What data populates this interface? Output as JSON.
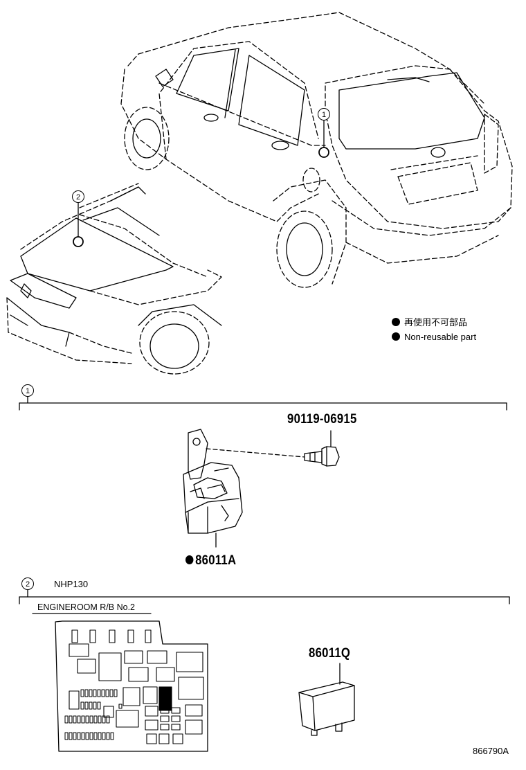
{
  "callouts": {
    "car_location_1": "1",
    "car_location_2": "2",
    "section_1": "1",
    "section_2": "2"
  },
  "legend": {
    "japanese": "再使用不可部品",
    "english": "Non-reusable part"
  },
  "section_1": {
    "bolt_part_number": "90119-06915",
    "sensor_part_number": "86011A"
  },
  "section_2": {
    "model_code": "NHP130",
    "relay_block_title": "ENGINEROOM R/B No.2",
    "relay_part_number": "86011Q"
  },
  "illustration_id": "866790A"
}
